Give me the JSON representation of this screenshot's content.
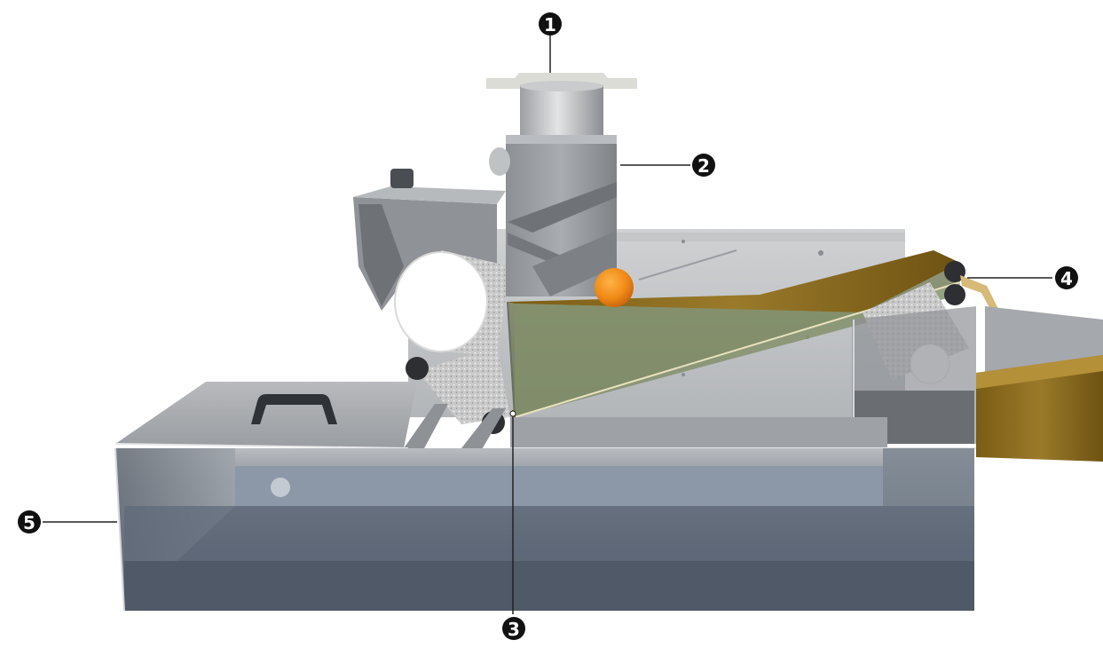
{
  "callouts": [
    {
      "id": "1",
      "label": "1"
    },
    {
      "id": "2",
      "label": "2"
    },
    {
      "id": "3",
      "label": "3"
    },
    {
      "id": "4",
      "label": "4"
    },
    {
      "id": "5",
      "label": "5"
    }
  ],
  "colors": {
    "steel_light": "#d2d4d6",
    "steel_mid": "#a7aaad",
    "steel_dark": "#6c7075",
    "water_top": "#8d99a8",
    "water_bottom": "#57616f",
    "belt": "#8a6a1c",
    "belt_dark": "#5e4510",
    "fruit": "#f08a17",
    "brush": "#cfcfcf",
    "callout": "#111111"
  }
}
